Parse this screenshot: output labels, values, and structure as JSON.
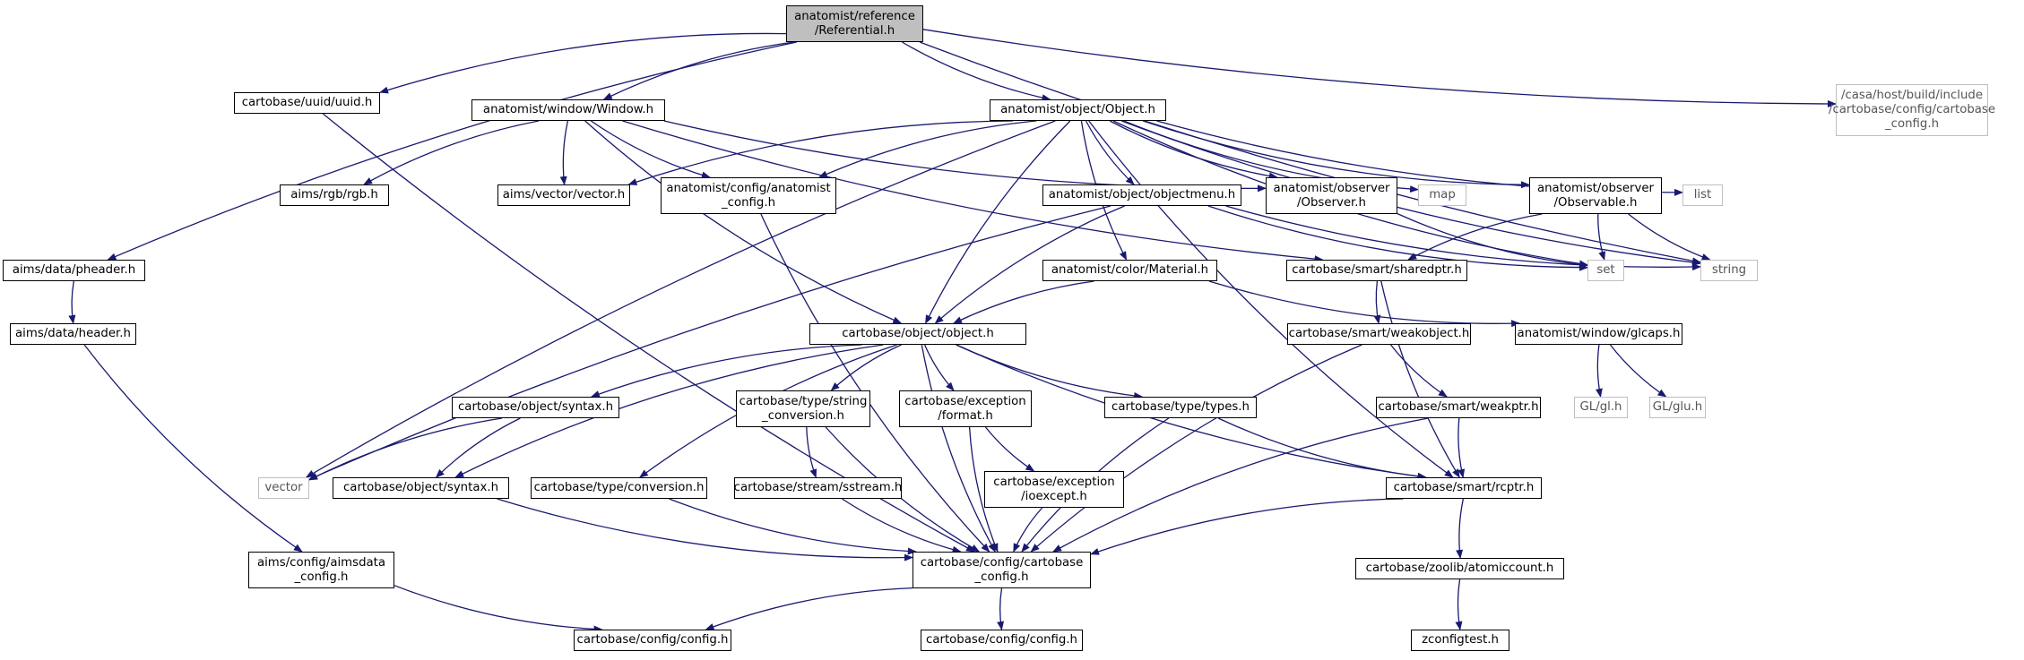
{
  "colors": {
    "edge": "#191970",
    "node_border": "#000000",
    "external_border": "#bfbfbf",
    "root_fill": "#bfbfbf"
  },
  "nodes": {
    "referential": {
      "label": "anatomist/reference\n/Referential.h",
      "kind": "root"
    },
    "uuid": {
      "label": "cartobase/uuid/uuid.h",
      "kind": "normal"
    },
    "window": {
      "label": "anatomist/window/Window.h",
      "kind": "normal"
    },
    "object_h": {
      "label": "anatomist/object/Object.h",
      "kind": "normal"
    },
    "cartobase_config_ext": {
      "label": "/casa/host/build/include\n/cartobase/config/cartobase\n_config.h",
      "kind": "external"
    },
    "pheader": {
      "label": "aims/data/pheader.h",
      "kind": "normal"
    },
    "header": {
      "label": "aims/data/header.h",
      "kind": "normal"
    },
    "rgb": {
      "label": "aims/rgb/rgb.h",
      "kind": "normal"
    },
    "aims_vector": {
      "label": "aims/vector/vector.h",
      "kind": "normal"
    },
    "anatomist_config": {
      "label": "anatomist/config/anatomist\n_config.h",
      "kind": "normal"
    },
    "objectmenu": {
      "label": "anatomist/object/objectmenu.h",
      "kind": "normal"
    },
    "observer": {
      "label": "anatomist/observer\n/Observer.h",
      "kind": "normal"
    },
    "map": {
      "label": "map",
      "kind": "external"
    },
    "observable": {
      "label": "anatomist/observer\n/Observable.h",
      "kind": "normal"
    },
    "list": {
      "label": "list",
      "kind": "external"
    },
    "set": {
      "label": "set",
      "kind": "external"
    },
    "string": {
      "label": "string",
      "kind": "external"
    },
    "material": {
      "label": "anatomist/color/Material.h",
      "kind": "normal"
    },
    "sharedptr": {
      "label": "cartobase/smart/sharedptr.h",
      "kind": "normal"
    },
    "cb_object": {
      "label": "cartobase/object/object.h",
      "kind": "normal"
    },
    "weakobject": {
      "label": "cartobase/smart/weakobject.h",
      "kind": "normal"
    },
    "glcaps": {
      "label": "anatomist/window/glcaps.h",
      "kind": "normal"
    },
    "syntax_a": {
      "label": "cartobase/object/syntax.h",
      "kind": "normal"
    },
    "string_conversion": {
      "label": "cartobase/type/string\n_conversion.h",
      "kind": "normal"
    },
    "exception_format": {
      "label": "cartobase/exception\n/format.h",
      "kind": "normal"
    },
    "types": {
      "label": "cartobase/type/types.h",
      "kind": "normal"
    },
    "weakptr": {
      "label": "cartobase/smart/weakptr.h",
      "kind": "normal"
    },
    "gl": {
      "label": "GL/gl.h",
      "kind": "external"
    },
    "glu": {
      "label": "GL/glu.h",
      "kind": "external"
    },
    "vector": {
      "label": "vector",
      "kind": "external"
    },
    "syntax_b": {
      "label": "cartobase/object/syntax.h",
      "kind": "normal"
    },
    "conversion": {
      "label": "cartobase/type/conversion.h",
      "kind": "normal"
    },
    "sstream": {
      "label": "cartobase/stream/sstream.h",
      "kind": "normal"
    },
    "ioexcept": {
      "label": "cartobase/exception\n/ioexcept.h",
      "kind": "normal"
    },
    "rcptr": {
      "label": "cartobase/smart/rcptr.h",
      "kind": "normal"
    },
    "aimsdata_config": {
      "label": "aims/config/aimsdata\n_config.h",
      "kind": "normal"
    },
    "cartobase_config": {
      "label": "cartobase/config/cartobase\n_config.h",
      "kind": "normal"
    },
    "atomiccount": {
      "label": "cartobase/zoolib/atomiccount.h",
      "kind": "normal"
    },
    "config_a": {
      "label": "cartobase/config/config.h",
      "kind": "normal"
    },
    "config_b": {
      "label": "cartobase/config/config.h",
      "kind": "normal"
    },
    "zconfigtest": {
      "label": "zconfigtest.h",
      "kind": "normal"
    }
  },
  "edges": [
    [
      "referential",
      "uuid"
    ],
    [
      "referential",
      "window"
    ],
    [
      "referential",
      "object_h"
    ],
    [
      "referential",
      "cartobase_config_ext"
    ],
    [
      "referential",
      "pheader"
    ],
    [
      "referential",
      "string"
    ],
    [
      "uuid",
      "cartobase_config"
    ],
    [
      "window",
      "rgb"
    ],
    [
      "window",
      "aims_vector"
    ],
    [
      "window",
      "anatomist_config"
    ],
    [
      "window",
      "observer"
    ],
    [
      "window",
      "cb_object"
    ],
    [
      "window",
      "sharedptr"
    ],
    [
      "object_h",
      "aims_vector"
    ],
    [
      "object_h",
      "anatomist_config"
    ],
    [
      "object_h",
      "objectmenu"
    ],
    [
      "object_h",
      "observer"
    ],
    [
      "object_h",
      "map"
    ],
    [
      "object_h",
      "observable"
    ],
    [
      "object_h",
      "list"
    ],
    [
      "object_h",
      "set"
    ],
    [
      "object_h",
      "string"
    ],
    [
      "object_h",
      "material"
    ],
    [
      "object_h",
      "cb_object"
    ],
    [
      "object_h",
      "vector"
    ],
    [
      "object_h",
      "rcptr"
    ],
    [
      "pheader",
      "header"
    ],
    [
      "header",
      "aimsdata_config"
    ],
    [
      "anatomist_config",
      "cartobase_config"
    ],
    [
      "objectmenu",
      "vector"
    ],
    [
      "objectmenu",
      "cb_object"
    ],
    [
      "objectmenu",
      "set"
    ],
    [
      "objectmenu",
      "string"
    ],
    [
      "observer",
      "set"
    ],
    [
      "observable",
      "set"
    ],
    [
      "observable",
      "string"
    ],
    [
      "observable",
      "sharedptr"
    ],
    [
      "material",
      "cb_object"
    ],
    [
      "material",
      "glcaps"
    ],
    [
      "sharedptr",
      "weakobject"
    ],
    [
      "sharedptr",
      "rcptr"
    ],
    [
      "cb_object",
      "syntax_a"
    ],
    [
      "cb_object",
      "string_conversion"
    ],
    [
      "cb_object",
      "exception_format"
    ],
    [
      "cb_object",
      "types"
    ],
    [
      "cb_object",
      "rcptr"
    ],
    [
      "cb_object",
      "syntax_b"
    ],
    [
      "cb_object",
      "conversion"
    ],
    [
      "cb_object",
      "cartobase_config"
    ],
    [
      "weakobject",
      "weakptr"
    ],
    [
      "weakobject",
      "cartobase_config"
    ],
    [
      "glcaps",
      "gl"
    ],
    [
      "glcaps",
      "glu"
    ],
    [
      "syntax_a",
      "vector"
    ],
    [
      "syntax_a",
      "syntax_b"
    ],
    [
      "string_conversion",
      "sstream"
    ],
    [
      "string_conversion",
      "cartobase_config"
    ],
    [
      "exception_format",
      "ioexcept"
    ],
    [
      "exception_format",
      "cartobase_config"
    ],
    [
      "types",
      "rcptr"
    ],
    [
      "types",
      "cartobase_config"
    ],
    [
      "weakptr",
      "rcptr"
    ],
    [
      "weakptr",
      "cartobase_config"
    ],
    [
      "syntax_b",
      "cartobase_config"
    ],
    [
      "conversion",
      "cartobase_config"
    ],
    [
      "sstream",
      "cartobase_config"
    ],
    [
      "ioexcept",
      "cartobase_config"
    ],
    [
      "rcptr",
      "cartobase_config"
    ],
    [
      "rcptr",
      "atomiccount"
    ],
    [
      "aimsdata_config",
      "config_a"
    ],
    [
      "cartobase_config",
      "config_a"
    ],
    [
      "cartobase_config",
      "config_b"
    ],
    [
      "atomiccount",
      "zconfigtest"
    ]
  ]
}
